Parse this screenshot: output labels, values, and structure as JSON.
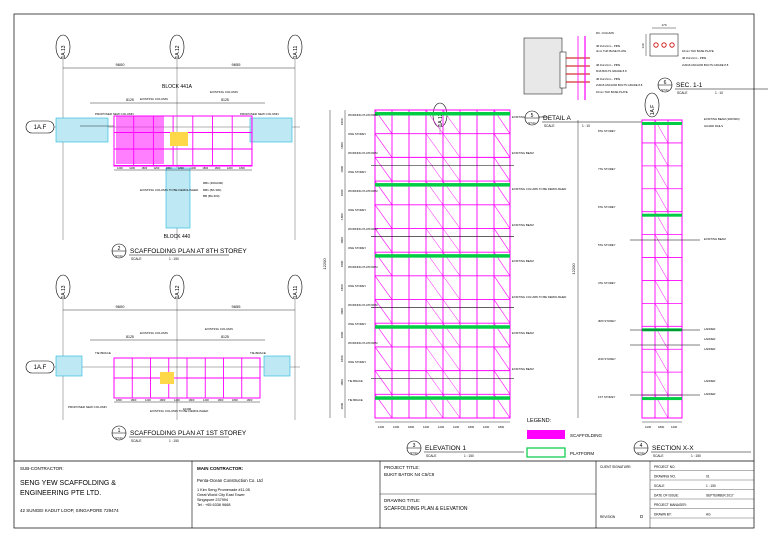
{
  "colors": {
    "scaffolding": "#ff00ff",
    "platform": "#00cc44",
    "ink": "#000000",
    "accent_red": "#cc0000",
    "cyan": "#22bbdd"
  },
  "plan_8th": {
    "grids": [
      "1A.13",
      "1A.12",
      "1A.11"
    ],
    "row_grid": "1A.F",
    "dims_top": [
      "9600",
      "9655"
    ],
    "dims_mid": [
      "8125",
      "8125"
    ],
    "block_top": "BLOCK 441A",
    "block_bottom": "BLOCK 440",
    "callouts": [
      "EXISTING COLUMN",
      "EXISTING COLUMN",
      "PROPOSED NEW COLUMN",
      "PROPOSED NEW COLUMN",
      "EXISTING COLUMN TO BE DEMOLISHED",
      "RB1 (300x600)",
      "RB1 (BA 300)",
      "BB (BA 300)"
    ],
    "bay_dims": [
      "1200",
      "1200",
      "1800",
      "1200",
      "1800",
      "1800",
      "1200",
      "1800",
      "1800",
      "1200",
      "1800"
    ],
    "title_num": "2",
    "title_ref": "ST.01",
    "title": "SCAFFOLDING PLAN AT 8TH STOREY",
    "scale_label": "SCALE",
    "scale": "1 : 150"
  },
  "plan_1st": {
    "grids": [
      "1A.13",
      "1A.12",
      "1A.11"
    ],
    "row_grid": "1A.F",
    "dims_top": [
      "9600",
      "9655"
    ],
    "dims_mid": [
      "8125",
      "8125"
    ],
    "total_dim": "10400",
    "callouts": [
      "EXISTING COLUMN",
      "EXISTING COLUMN",
      "TIE BRACE",
      "TIE BRACE",
      "PROPOSED NEW COLUMN",
      "EXISTING COLUMN TO BE DEMOLISHED"
    ],
    "bay_dims": [
      "1800",
      "1800",
      "1200",
      "1800",
      "1200",
      "1800",
      "1200",
      "1800",
      "1800",
      "1800"
    ],
    "title_num": "1",
    "title_ref": "ST.01",
    "title": "SCAFFOLDING PLAN AT 1ST STOREY",
    "scale_label": "SCALE",
    "scale": "1 : 150"
  },
  "elevation": {
    "grid": "1A.12",
    "overall_dim": "12200",
    "left_labels": [
      "WORKING PLATFORM",
      "ONE STOREY",
      "WORKING PLATFORM",
      "ONE STOREY",
      "WORKING PLATFORM",
      "ONE STOREY",
      "WORKING PLATFORM",
      "ONE STOREY",
      "WORKING PLATFORM",
      "ONE STOREY",
      "WORKING PLATFORM",
      "ONE STOREY",
      "WORKING PLATFORM",
      "ONE STOREY",
      "TIE BRACE",
      "TIE BRACE"
    ],
    "left_dims": [
      "1800",
      "1800",
      "1800",
      "1800",
      "1800",
      "1800",
      "1800",
      "1800",
      "1800",
      "1800",
      "1800",
      "1800",
      "1800"
    ],
    "right_labels": [
      "EXISTING BEAM (300X600)",
      "EXISTING BEAM",
      "EXISTING COLUMN TO BE DEMOLISHED",
      "EXISTING BEAM",
      "EXISTING BEAM",
      "EXISTING COLUMN TO BE DEMOLISHED",
      "EXISTING BEAM",
      "EXISTING BEAM"
    ],
    "bottom_dims": [
      "1200",
      "1200",
      "1800",
      "1200",
      "1200",
      "1200",
      "1800",
      "1200",
      "1800"
    ],
    "title_num": "3",
    "title_ref": "ST.01",
    "title": "ELEVATION 1",
    "scale_label": "SCALE",
    "scale": "1 : 150"
  },
  "detail_a": {
    "labels": [
      "RC. COLUMN",
      "48.3x3.2mm - PIPE",
      "4mm THK BASE PLATE",
      "48.3x2.2mm - PIPE",
      "M16 BOLTS GRADE 8.8",
      "48.3x2.2mm - PIPE",
      "2xM16 ANCHOR BOLTS GRADE 8.8",
      "10mm THK BASE PLATE"
    ],
    "title_num": "5",
    "title_ref": "ST.01",
    "title": "DETAIL A",
    "scale_label": "SCALE",
    "scale": "1 : 10"
  },
  "section_11": {
    "labels": [
      "10mm THK BASE PLATE",
      "48.3x2.2mm - PIPE",
      "2xM16 ANCHOR BOLTS GRADE 8.8"
    ],
    "dims": [
      "170",
      "130"
    ],
    "title_num": "6",
    "title_ref": "ST.01",
    "title": "SEC. 1-1",
    "scale_label": "SCALE",
    "scale": "1 : 10"
  },
  "section_xx": {
    "grid": "1A.F",
    "overall_dim": "12200",
    "left_labels": [
      "8TH STOREY",
      "7TH STOREY",
      "6TH STOREY",
      "5TH STOREY",
      "4TH STOREY",
      "3RD STOREY",
      "2ND STOREY",
      "1ST STOREY"
    ],
    "right_labels": [
      "EXISTING BEAM (300X600)",
      "GUARD RAILS",
      "EXISTING BEAM",
      "LADDER",
      "LADDER",
      "LADDER",
      "LADDER",
      "LADDER"
    ],
    "bottom_dims": [
      "1200",
      "1800",
      "1200"
    ],
    "title_num": "4",
    "title_ref": "ST.01",
    "title": "SECTION X-X",
    "scale_label": "SCALE",
    "scale": "1 : 150"
  },
  "legend": {
    "title": "LEGEND:",
    "items": [
      {
        "label": "SCAFFOLDING"
      },
      {
        "label": "PLATFORM"
      }
    ]
  },
  "title_block": {
    "sub_contractor_label": "SUB-CONTRACTOR:",
    "sub_contractor_name_1": "SENG YEW SCAFFOLDING &",
    "sub_contractor_name_2": "ENGINEERING PTE LTD.",
    "sub_contractor_address": "42 SUNGEI KADUT LOOP, SINGAPORE 729474",
    "main_contractor_label": "MAIN CONTRACTOR:",
    "main_contractor_name": "Penta-Ocean Construction Co. Ltd",
    "main_contractor_addr_1": "1 Kim Seng Promenade #11-05",
    "main_contractor_addr_2": "Great World City East Tower",
    "main_contractor_addr_3": "Singapore 237994",
    "main_contractor_tel": "Tel : +65 6336 9668",
    "project_title_label": "PROJECT TITLE:",
    "project_title": "BUKIT BATOK N4 C5/C9",
    "drawing_title_label": "DRAWING TITLE:",
    "drawing_title": "SCAFFOLDING PLAN & ELEVATION",
    "client_signature_label": "CLIENT SIGNATURE:",
    "revision_label": "REVISION",
    "revision": "D",
    "project_no_label": "PROJECT NO.",
    "drawing_no_label": "DRAWING NO.",
    "drawing_no": "01",
    "scale_label": "SCALE",
    "scale": "1 : 150",
    "date_label": "DATE OF ISSUE:",
    "date": "SEPTEMBER 2017",
    "project_manager_label": "PROJECT MANAGER:",
    "drawn_by_label": "DRAWN BY:",
    "drawn_by": "AG"
  }
}
